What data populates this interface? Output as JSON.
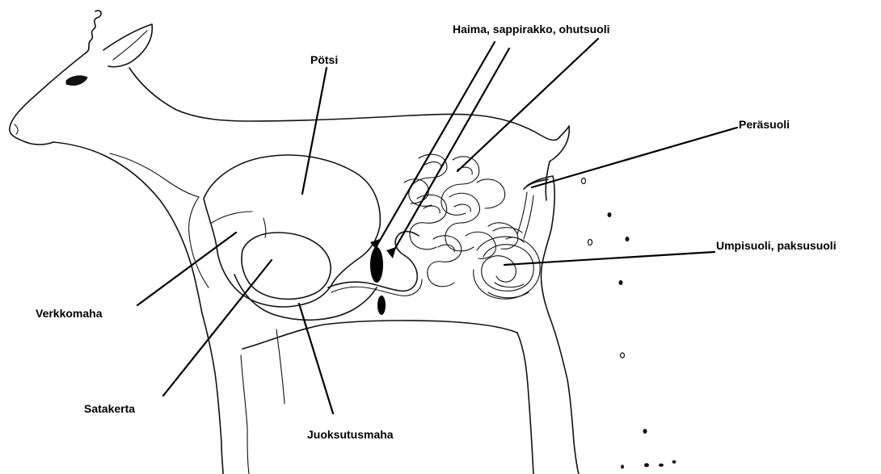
{
  "labels": {
    "potsi": "Pötsi",
    "haima": "Haima, sappirakko, ohutsuoli",
    "perasuoli": "Peräsuoli",
    "umpisuoli": "Umpisuoli, paksusuoli",
    "verkkomaha": "Verkkomaha",
    "satakerta": "Satakerta",
    "juoksutusmaha": "Juoksutusmaha"
  }
}
